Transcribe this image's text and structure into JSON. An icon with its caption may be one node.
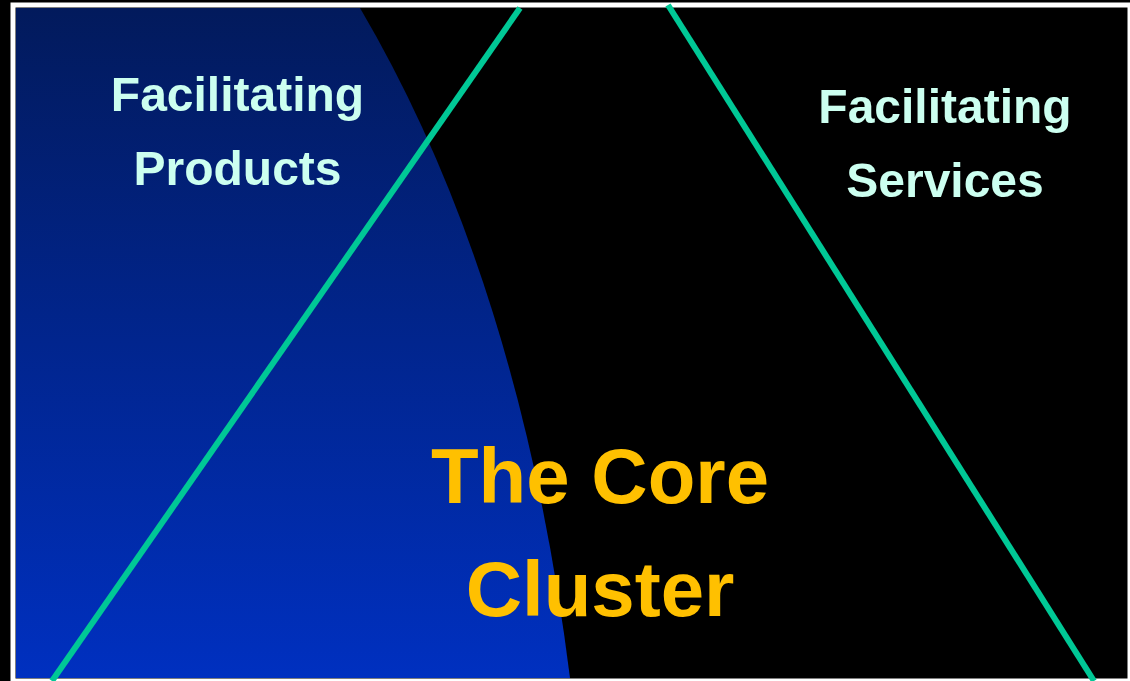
{
  "diagram": {
    "labels": [
      "Facilitating Products",
      "Facilitating Services",
      "The Core Cluster"
    ]
  }
}
